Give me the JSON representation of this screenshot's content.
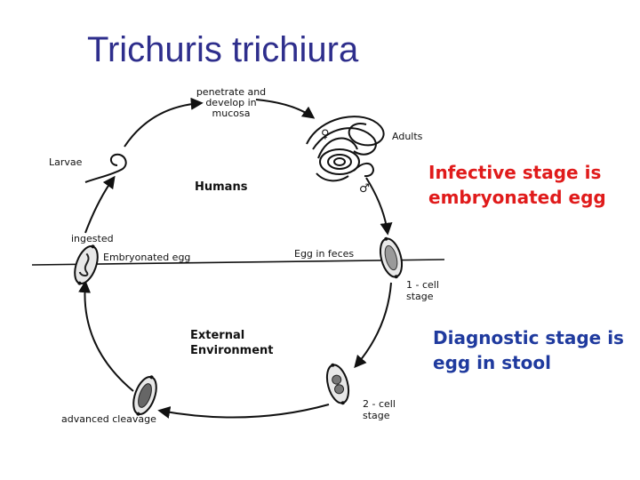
{
  "title": "Trichuris trichiura",
  "diagram": {
    "labels": {
      "penetrate": [
        "penetrate and",
        "develop in",
        "mucosa"
      ],
      "adults": "Adults",
      "larvae": "Larvae",
      "humans": "Humans",
      "ingested": "ingested",
      "embryonated_egg": "Embryonated egg",
      "egg_in_feces": "Egg in feces",
      "one_cell_stage": [
        "1 - cell",
        "stage"
      ],
      "external_environment": [
        "External",
        "Environment"
      ],
      "two_cell_stage": [
        "2 - cell",
        "stage"
      ],
      "advanced_cleavage": "advanced cleavage",
      "male_symbol": "♂",
      "female_symbol": "♀"
    }
  },
  "notes": {
    "infective": [
      "Infective stage is",
      "embryonated egg"
    ],
    "diagnostic": [
      "Diagnostic stage is",
      "egg in stool"
    ]
  },
  "colors": {
    "title": "#2e2e8c",
    "infective_note": "#e01b1b",
    "diagnostic_note": "#1f3a9e"
  }
}
